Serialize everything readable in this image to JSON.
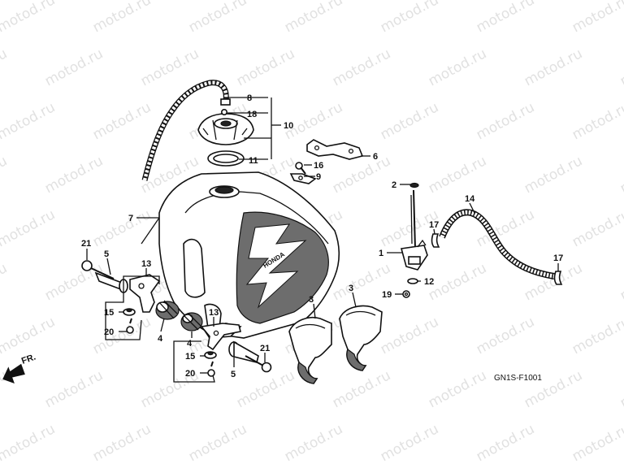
{
  "watermark": "motod.ru",
  "diagram_code": "GN1S-F1001",
  "front_arrow_label": "FR.",
  "brand_marking": "HONDA",
  "labels": {
    "n1": "1",
    "n2": "2",
    "n3a": "3",
    "n3b": "3",
    "n4a": "4",
    "n4b": "4",
    "n5a": "5",
    "n5b": "5",
    "n6": "6",
    "n7": "7",
    "n8": "8",
    "n9": "9",
    "n10": "10",
    "n11": "11",
    "n12": "12",
    "n13a": "13",
    "n13b": "13",
    "n14": "14",
    "n15a": "15",
    "n15b": "15",
    "n16": "16",
    "n17a": "17",
    "n17b": "17",
    "n18": "18",
    "n19": "19",
    "n20a": "20",
    "n20b": "20",
    "n21a": "21",
    "n21b": "21"
  }
}
